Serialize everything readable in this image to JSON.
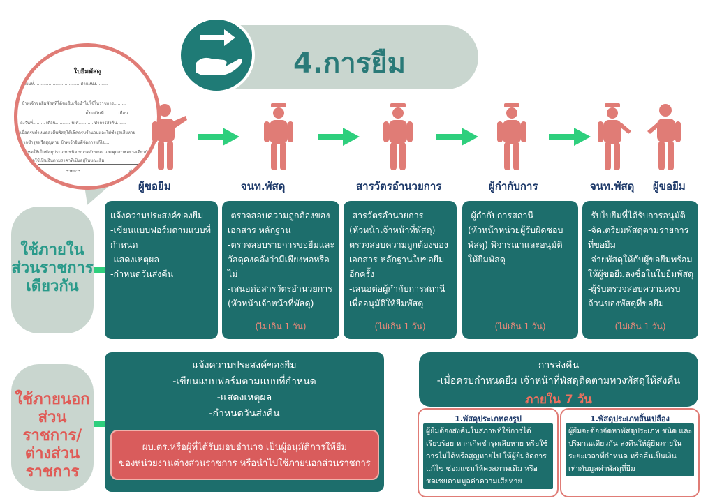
{
  "title": "4.การยืม",
  "document": {
    "heading": "ใบยืมพัสดุ",
    "lines": [
      "เขียนที่.................................. ตำแหน่ง.........",
      "........................................................................",
      "ข้าพเจ้าขอยืมพัสดุที่ได้ขอยืมเพื่อนำไปใช้ในราชการ.........",
      "............................................... ตั้งแต่วันที่.......... เดือน.......",
      "ถึงวันที่......... เดือน........... พ.ศ........... ทำการส่งคืน.......",
      "เมื่อครบกำหนดส่งคืนพัสดุได้เช็คครบจำนวนและไม่ชำรุดเสียหาย",
      "หากชำรุดหรือสูญหาย ข้าพเจ้ายินดีจัดการแก้ไข...",
      "หรือชดใช้เป็นพัสดุประเภท ชนิด ขนาดลักษณะ และคุณภาพอย่างเดียวกัน",
      "หรือชดใช้เป็นเงินตามราคาที่เป็นอยู่ในขณะยืม"
    ],
    "table": [
      "รายการ",
      "จำนวน"
    ]
  },
  "roles": [
    "ผู้ขอยืม",
    "จนท.พัสดุ",
    "สารวัตรอำนวยการ",
    "ผู้กำกับการ",
    "จนท.พัสดุ",
    "ผู้ขอยืม"
  ],
  "internal": {
    "label": "ใช้ภายใน ส่วนราชการ เดียวกัน",
    "label_lines": [
      "ใช้ภายใน",
      "ส่วนราชการ",
      "เดียวกัน"
    ],
    "boxes": [
      {
        "lines": [
          "แจ้งความประสงค์ของยืม",
          "-เขียนแบบฟอร์มตามแบบที่",
          "  กำหนด",
          "-แสดงเหตุผล",
          "-กำหนดวันส่งคืน"
        ],
        "note": ""
      },
      {
        "lines": [
          "-ตรวจสอบความถูกต้องของ",
          "  เอกสาร หลักฐาน",
          "-ตรวจสอบรายการขอยืมและ",
          "วัสดุคงคลังว่ามีเพียงพอหรือ",
          "ไม่",
          "-เสนอต่อสารวัตรอำนวยการ",
          "(หัวหน้าเจ้าหน้าที่พัสดุ)"
        ],
        "note": "(ไม่เกิน 1 วัน)"
      },
      {
        "lines": [
          "-สารวัตรอำนวยการ",
          "(หัวหน้าเจ้าหน้าที่พัสดุ)",
          "  ตรวจสอบความถูกต้องของ",
          "  เอกสาร หลักฐานใบขอยืม",
          "  อีกครั้ง",
          "-เสนอต่อผู้กำกับการสถานี",
          "  เพื่ออนุมัติให้ยืมพัสดุ"
        ],
        "note": "(ไม่เกิน 1 วัน)"
      },
      {
        "lines": [
          "-ผู้กำกับการสถานี",
          "(หัวหน้าหน่วยผู้รับผิดชอบ",
          "พัสดุ) พิจารณาและอนุมัติ",
          "ให้ยืมพัสดุ"
        ],
        "note": "(ไม่เกิน 1 วัน)"
      },
      {
        "lines": [
          "-รับใบยืมที่ได้รับการอนุมัติ",
          "-จัดเตรียมพัสดุตามรายการ",
          "  ที่ขอยืม",
          "-จ่ายพัสดุให้กับผู้ขอยืมพร้อม",
          "ให้ผู้ขอยืมลงชื่อในใบยืมพัสดุ",
          "-ผู้รับตรวจสอบความครบ",
          "ถ้วนของพัสดุที่ขอยืม"
        ],
        "note": "(ไม่เกิน 1 วัน)"
      }
    ]
  },
  "external": {
    "label_lines": [
      "ใช้ภายนอก",
      "ส่วนราชการ/",
      "ต่างส่วน",
      "ราชการ"
    ],
    "request_lines": [
      "แจ้งความประสงค์ของยืม",
      "-เขียนแบบฟอร์มตามแบบที่กำหนด",
      "-แสดงเหตุผล",
      "-กำหนดวันส่งคืน"
    ],
    "approval_lines": [
      "ผบ.ตร.หรือผู้ที่ได้รับมอบอำนาจ  เป็นผู้อนุมัติการให้ยืม",
      "ของหน่วยงานต่างส่วนราชการ หรือนำไปใช้ภายนอกส่วนราชการ"
    ]
  },
  "return": {
    "title": "การส่งคืน",
    "line": "-เมื่อครบกำหนดยืม  เจ้าหน้าที่พัสดุติดตามทวงพัสดุให้ส่งคืน",
    "deadline": "ภายใน 7 วัน",
    "types": [
      {
        "head": "1.พัสดุประเภทคงรูป",
        "lines": [
          "ผู้ยืมต้องส่งคืนในสภาพที่ใช้การได้",
          "เรียบร้อย หากเกิดชำรุดเสียหาย หรือใช้",
          "การไม่ได้หรือสูญหายไป ให้ผู้ยืมจัดการ",
          "แก้ไข ซ่อมแซมให้คงสภาพเดิม  หรือ",
          "ชดเชยตามมูลค่าความเสียหาย"
        ]
      },
      {
        "head": "1.พัสดุประเภทสิ้นเปลือง",
        "lines": [
          "ผู้ยืมจะต้องจัดหาพัสดุประเภท ชนิด และ",
          "ปริมาณเดียวกัน ส่งคืนให้ผู้ยืมภายใน",
          "ระยะเวลาที่กำหนด หรือคืนเป็นเงิน",
          "เท่ากับมูลค่าพัสดุที่ยืม"
        ]
      }
    ]
  },
  "colors": {
    "teal": "#1d6e6c",
    "sage": "#c9d6cf",
    "coral": "#e07c76",
    "green_arrow": "#2ecf7d",
    "navy_text": "#1e3a6a"
  }
}
